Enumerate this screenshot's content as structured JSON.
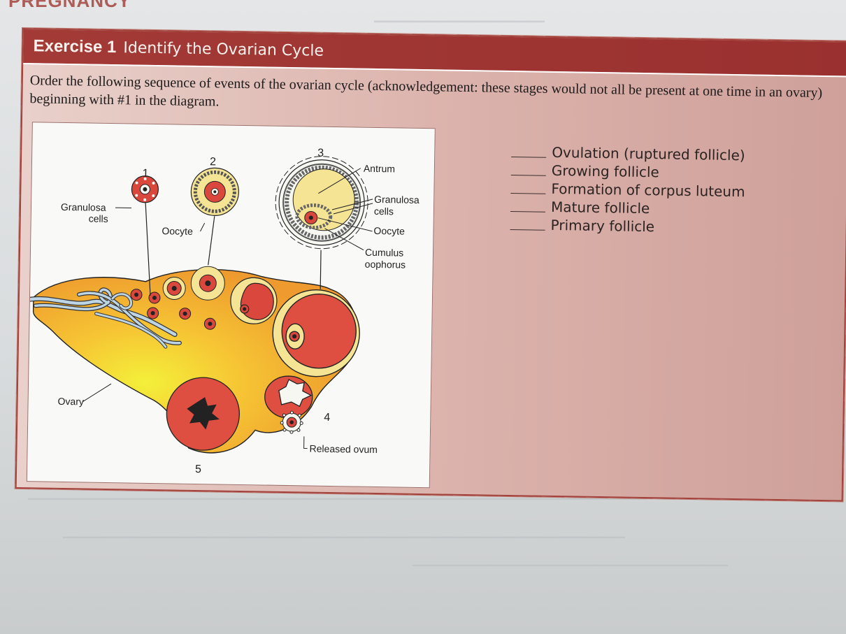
{
  "page_header": {
    "text": "PREGNANCY"
  },
  "exercise": {
    "label": "Exercise 1",
    "title": "Identify the Ovarian Cycle",
    "instructions": "Order the following sequence of events of the ovarian cycle (acknowledgement: these stages would not all be present at one time in an ovary) beginning with #1 in the diagram."
  },
  "diagram": {
    "numbers": [
      "1",
      "2",
      "3",
      "4",
      "5"
    ],
    "labels": {
      "granulosa_cells_left": [
        "Granulosa",
        "cells"
      ],
      "oocyte_left": "Oocyte",
      "antrum": "Antrum",
      "granulosa_cells_right": [
        "Granulosa",
        "cells"
      ],
      "oocyte_right": "Oocyte",
      "cumulus_oophorus": [
        "Cumulus",
        "oophorus"
      ],
      "ovary": "Ovary",
      "released_ovum": "Released ovum"
    }
  },
  "answers": [
    {
      "label": "Ovulation (ruptured follicle)"
    },
    {
      "label": "Growing follicle"
    },
    {
      "label": "Formation of corpus luteum"
    },
    {
      "label": "Mature follicle"
    },
    {
      "label": "Primary follicle"
    }
  ]
}
